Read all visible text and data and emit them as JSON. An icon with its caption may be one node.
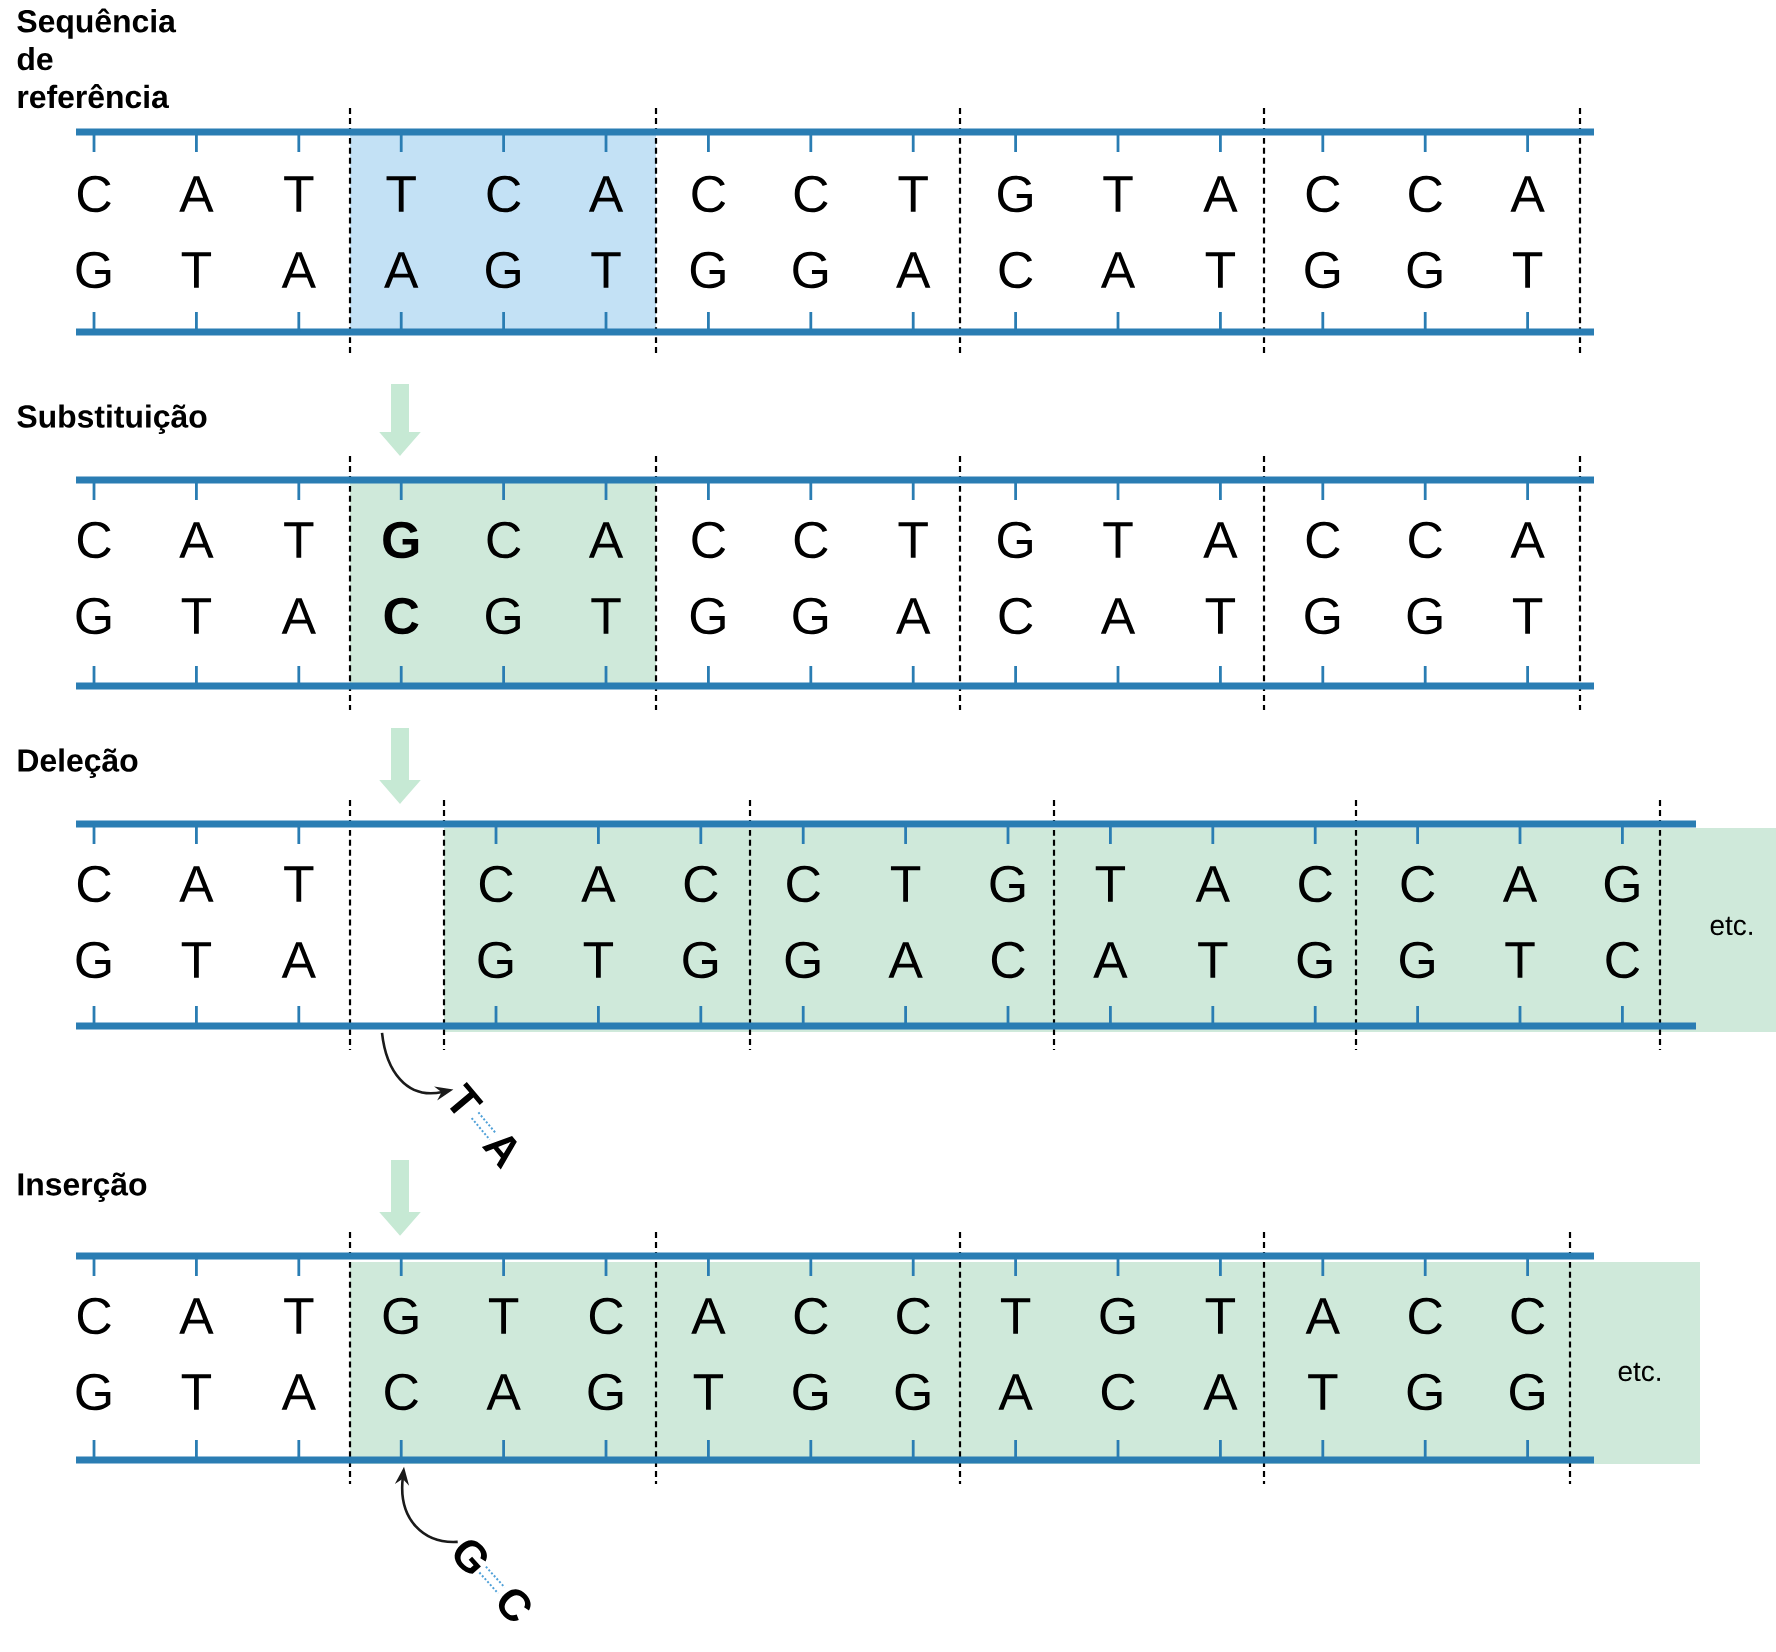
{
  "diagram": {
    "nodes": [
      {
        "text": [
          "Sequência de referência"
        ]
      },
      {
        "text": [
          "Substituição"
        ]
      },
      {
        "text": [
          "Deleção"
        ]
      },
      {
        "text": [
          "Inserção"
        ]
      },
      {
        "text": [
          "T",
          "A"
        ]
      },
      {
        "text": [
          "G",
          "C"
        ]
      }
    ],
    "edges": [
      {
        "from": 2,
        "to": 4,
        "arrow": "to"
      },
      {
        "from": 5,
        "to": 3,
        "arrow": "to"
      }
    ],
    "labels": [
      "C",
      "A",
      "T",
      "T",
      "C",
      "A",
      "C",
      "C",
      "T",
      "G",
      "T",
      "A",
      "C",
      "C",
      "A",
      "G",
      "T",
      "A",
      "A",
      "G",
      "T",
      "G",
      "G",
      "A",
      "C",
      "A",
      "T",
      "G",
      "G",
      "T",
      "C",
      "A",
      "T",
      "G",
      "C",
      "A",
      "C",
      "C",
      "T",
      "G",
      "T",
      "A",
      "C",
      "C",
      "A",
      "G",
      "T",
      "A",
      "C",
      "G",
      "T",
      "G",
      "G",
      "A",
      "C",
      "A",
      "T",
      "G",
      "G",
      "T",
      "C",
      "A",
      "T",
      "C",
      "A",
      "C",
      "C",
      "T",
      "G",
      "T",
      "A",
      "C",
      "C",
      "A",
      "G",
      "G",
      "T",
      "A",
      "G",
      "T",
      "G",
      "G",
      "A",
      "C",
      "A",
      "T",
      "G",
      "G",
      "T",
      "C",
      "etc.",
      "C",
      "A",
      "T",
      "G",
      "T",
      "C",
      "A",
      "C",
      "C",
      "T",
      "G",
      "T",
      "A",
      "C",
      "C",
      "G",
      "T",
      "A",
      "C",
      "A",
      "G",
      "T",
      "G",
      "G",
      "A",
      "C",
      "A",
      "T",
      "G",
      "G",
      "etc."
    ]
  }
}
